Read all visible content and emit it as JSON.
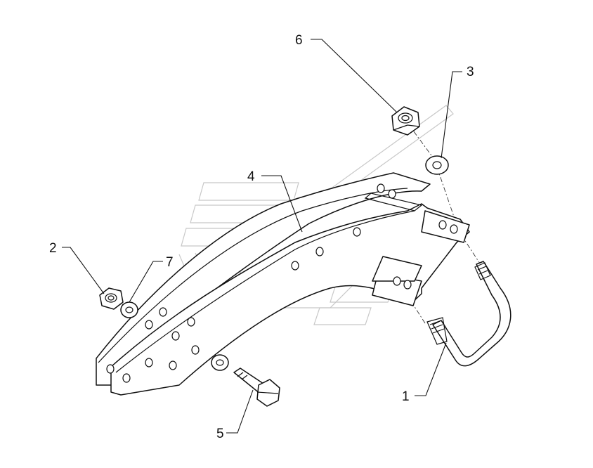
{
  "callouts": [
    {
      "id": "1",
      "text": "1"
    },
    {
      "id": "2",
      "text": "2"
    },
    {
      "id": "3",
      "text": "3"
    },
    {
      "id": "4",
      "text": "4"
    },
    {
      "id": "5",
      "text": "5"
    },
    {
      "id": "6",
      "text": "6"
    },
    {
      "id": "7",
      "text": "7"
    }
  ],
  "colors": {
    "line": "#111111",
    "watermark": "#c8c8c8",
    "background": "#ffffff"
  }
}
